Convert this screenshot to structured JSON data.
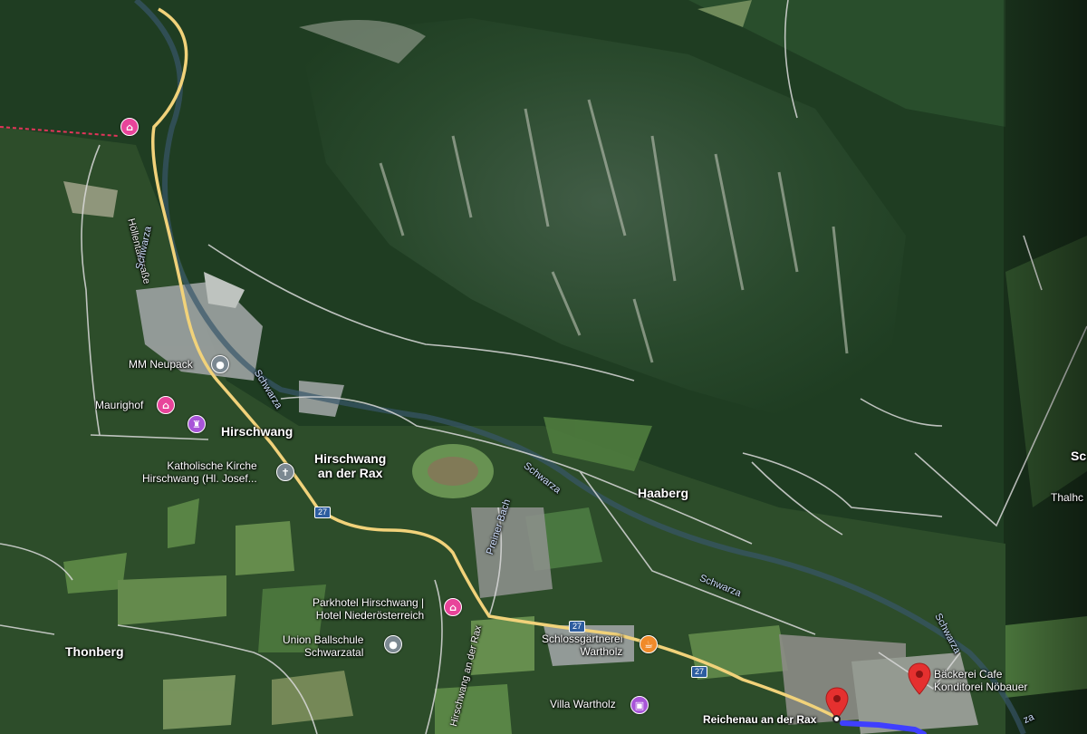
{
  "colors": {
    "forest": "#1f3d22",
    "road_primary": "#f1d27a",
    "road_minor": "#d9d9d9",
    "river": "#7fa7d8",
    "route": "#3f3fff",
    "transit_line": "#e2345a",
    "pin_pink": "#e8449a",
    "pin_purple": "#a855d8",
    "pin_gray": "#7b8891",
    "pin_orange": "#f08a2a",
    "marker_red": "#e5302f"
  },
  "places": {
    "hirschwang": "Hirschwang",
    "hirschwang_an_der_rax_1": "Hirschwang",
    "hirschwang_an_der_rax_2": "an der Rax",
    "haaberg": "Haaberg",
    "thonberg": "Thonberg",
    "reichenau": "Reichenau an der Rax",
    "edge_sc": "Sc",
    "edge_thalhc": "Thalhc"
  },
  "pois": {
    "mm_neupack": "MM Neupack",
    "maurighof": "Maurighof",
    "kirche_1": "Katholische Kirche",
    "kirche_2": "Hirschwang (Hl. Josef...",
    "parkhotel_1": "Parkhotel Hirschwang |",
    "parkhotel_2": "Hotel Niederösterreich",
    "union_1": "Union Ballschule",
    "union_2": "Schwarzatal",
    "schloss_1": "Schlossgärtnerei",
    "schloss_2": "Wartholz",
    "villa": "Villa Wartholz",
    "baeckerei_1": "Bäckerei Cafe",
    "baeckerei_2": "Konditorei Nöbauer"
  },
  "roads": {
    "hoellental": "Höllentalstraße",
    "hirschwang_road": "Hirschwang an der Rax",
    "preiner_bach": "Preiner Bach",
    "route_number": "27"
  },
  "rivers": {
    "schwarza": "Schwarza",
    "edge_fragment": "za"
  },
  "icons": {
    "hotel": "hotel-icon",
    "church": "church-icon",
    "chess": "chess-tower-icon",
    "factory": "location-dot-icon",
    "cafe": "cafe-icon",
    "museum": "museum-icon",
    "marker": "map-marker-icon"
  }
}
